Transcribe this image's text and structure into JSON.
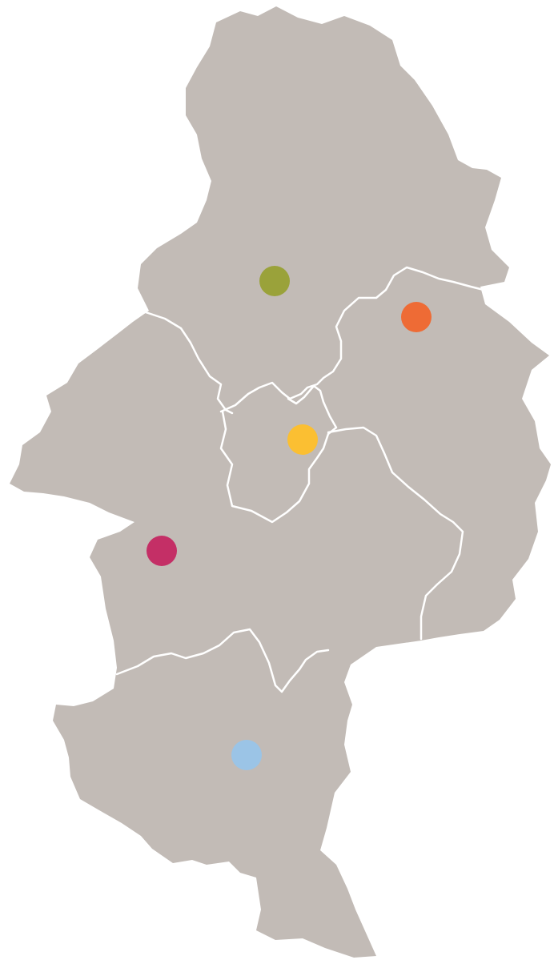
{
  "map": {
    "land_color": "#c2bbb6",
    "border_color": "#ffffff",
    "regions": [
      {
        "key": "north",
        "marker_color": "#9aa23a"
      },
      {
        "key": "east",
        "marker_color": "#ee6b35"
      },
      {
        "key": "center",
        "marker_color": "#fbbf32"
      },
      {
        "key": "west",
        "marker_color": "#c42f66"
      },
      {
        "key": "south",
        "marker_color": "#9bc4e6"
      }
    ]
  }
}
